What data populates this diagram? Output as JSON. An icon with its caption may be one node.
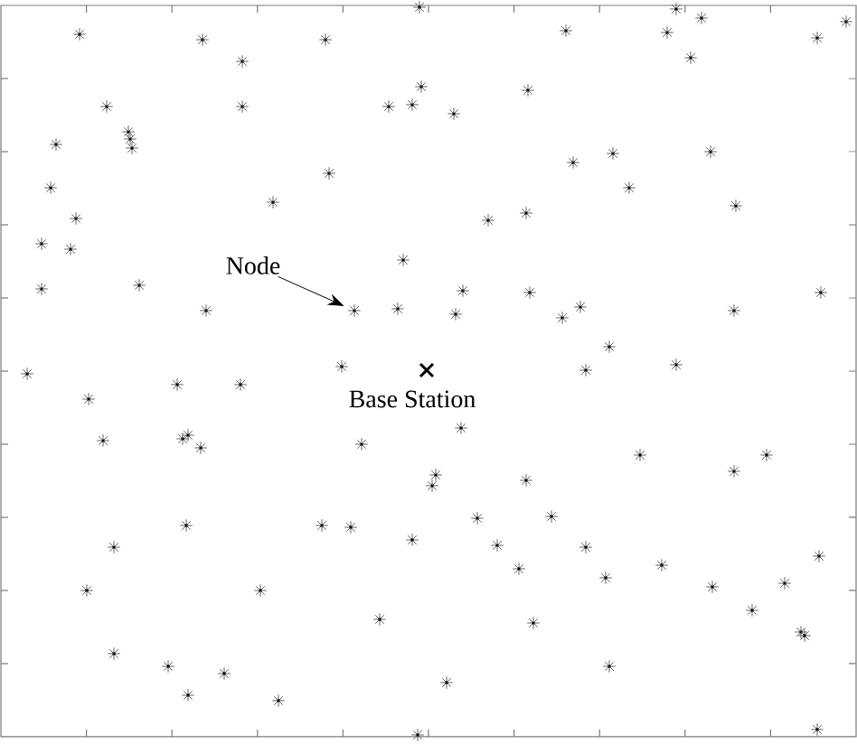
{
  "diagram": {
    "nodes": [
      {
        "text": [],
        "shape": "asterisk"
      },
      {
        "text": [],
        "shape": "asterisk"
      },
      {
        "text": [],
        "shape": "asterisk"
      },
      {
        "text": [],
        "shape": "asterisk"
      },
      {
        "text": [],
        "shape": "asterisk"
      },
      {
        "text": [],
        "shape": "asterisk"
      },
      {
        "text": [],
        "shape": "asterisk"
      },
      {
        "text": [],
        "shape": "asterisk"
      },
      {
        "text": [],
        "shape": "asterisk"
      },
      {
        "text": [],
        "shape": "asterisk"
      },
      {
        "text": [],
        "shape": "asterisk"
      },
      {
        "text": [],
        "shape": "asterisk"
      },
      {
        "text": [],
        "shape": "asterisk"
      },
      {
        "text": [],
        "shape": "asterisk"
      },
      {
        "text": [],
        "shape": "asterisk"
      },
      {
        "text": [],
        "shape": "asterisk"
      },
      {
        "text": [],
        "shape": "asterisk"
      },
      {
        "text": [],
        "shape": "asterisk"
      },
      {
        "text": [],
        "shape": "asterisk"
      },
      {
        "text": [],
        "shape": "asterisk"
      },
      {
        "text": [],
        "shape": "asterisk"
      },
      {
        "text": [],
        "shape": "asterisk"
      },
      {
        "text": [],
        "shape": "asterisk"
      },
      {
        "text": [],
        "shape": "asterisk"
      },
      {
        "text": [],
        "shape": "asterisk"
      },
      {
        "text": [],
        "shape": "asterisk"
      },
      {
        "text": [],
        "shape": "asterisk"
      },
      {
        "text": [],
        "shape": "asterisk"
      },
      {
        "text": [],
        "shape": "asterisk"
      },
      {
        "text": [],
        "shape": "asterisk"
      },
      {
        "text": [],
        "shape": "asterisk"
      },
      {
        "text": [],
        "shape": "asterisk"
      },
      {
        "text": [],
        "shape": "asterisk"
      },
      {
        "text": [],
        "shape": "asterisk"
      },
      {
        "text": [],
        "shape": "asterisk"
      },
      {
        "text": [],
        "shape": "asterisk"
      },
      {
        "text": [],
        "shape": "asterisk"
      },
      {
        "text": [
          "Node"
        ]
      },
      {
        "text": [],
        "shape": "asterisk"
      },
      {
        "text": [],
        "shape": "asterisk"
      },
      {
        "text": [],
        "shape": "asterisk"
      },
      {
        "text": [],
        "shape": "asterisk"
      },
      {
        "text": [],
        "shape": "asterisk"
      },
      {
        "text": [],
        "shape": "asterisk"
      },
      {
        "text": [],
        "shape": "asterisk"
      },
      {
        "text": [],
        "shape": "asterisk"
      },
      {
        "text": [],
        "shape": "asterisk"
      },
      {
        "text": [],
        "shape": "asterisk"
      },
      {
        "text": [],
        "shape": "asterisk"
      },
      {
        "text": [],
        "shape": "asterisk"
      },
      {
        "text": [],
        "shape": "asterisk"
      },
      {
        "text": [],
        "shape": "asterisk"
      },
      {
        "text": [],
        "shape": "asterisk"
      },
      {
        "text": [],
        "shape": "cross",
        "beside": [
          "Base Station"
        ]
      },
      {
        "text": [],
        "shape": "asterisk"
      },
      {
        "text": [],
        "shape": "asterisk"
      },
      {
        "text": [],
        "shape": "asterisk"
      },
      {
        "text": [],
        "shape": "asterisk"
      },
      {
        "text": [],
        "shape": "asterisk"
      },
      {
        "text": [],
        "shape": "asterisk"
      },
      {
        "text": [],
        "shape": "asterisk"
      },
      {
        "text": [],
        "shape": "asterisk"
      },
      {
        "text": [],
        "shape": "asterisk"
      },
      {
        "text": [],
        "shape": "asterisk"
      },
      {
        "text": [],
        "shape": "asterisk"
      },
      {
        "text": [],
        "shape": "asterisk"
      },
      {
        "text": [],
        "shape": "asterisk"
      },
      {
        "text": [],
        "shape": "asterisk"
      },
      {
        "text": [],
        "shape": "asterisk"
      },
      {
        "text": [],
        "shape": "asterisk"
      },
      {
        "text": [],
        "shape": "asterisk"
      },
      {
        "text": [],
        "shape": "asterisk"
      },
      {
        "text": [],
        "shape": "asterisk"
      },
      {
        "text": [],
        "shape": "asterisk"
      },
      {
        "text": [],
        "shape": "asterisk"
      },
      {
        "text": [],
        "shape": "asterisk"
      },
      {
        "text": [],
        "shape": "asterisk"
      },
      {
        "text": [],
        "shape": "asterisk"
      },
      {
        "text": [],
        "shape": "asterisk"
      },
      {
        "text": [],
        "shape": "asterisk"
      },
      {
        "text": [],
        "shape": "asterisk"
      },
      {
        "text": [],
        "shape": "asterisk"
      },
      {
        "text": [],
        "shape": "asterisk"
      },
      {
        "text": [],
        "shape": "asterisk"
      },
      {
        "text": [],
        "shape": "asterisk"
      },
      {
        "text": [],
        "shape": "asterisk"
      },
      {
        "text": [],
        "shape": "asterisk"
      },
      {
        "text": [],
        "shape": "asterisk"
      },
      {
        "text": [],
        "shape": "asterisk"
      },
      {
        "text": [],
        "shape": "asterisk"
      },
      {
        "text": [],
        "shape": "asterisk"
      },
      {
        "text": [],
        "shape": "asterisk"
      },
      {
        "text": [],
        "shape": "asterisk"
      },
      {
        "text": [],
        "shape": "asterisk"
      },
      {
        "text": [],
        "shape": "asterisk"
      },
      {
        "text": [],
        "shape": "asterisk"
      },
      {
        "text": [],
        "shape": "asterisk"
      },
      {
        "text": [],
        "shape": "asterisk"
      },
      {
        "text": [],
        "shape": "asterisk"
      },
      {
        "text": [],
        "shape": "asterisk"
      },
      {
        "text": [],
        "shape": "asterisk"
      },
      {
        "text": [],
        "shape": "asterisk"
      }
    ],
    "edges": [
      {
        "from": 37,
        "to": 46,
        "arrow": "to"
      }
    ]
  }
}
